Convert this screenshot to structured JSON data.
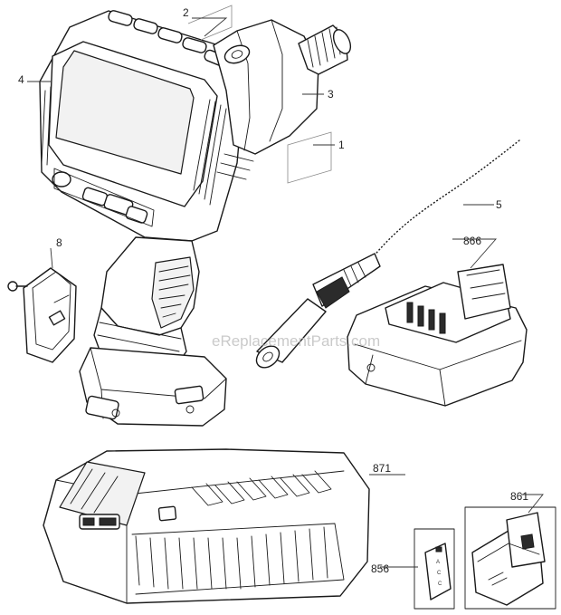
{
  "watermark": "eReplacementParts.com",
  "callouts": [
    {
      "id": "label-2",
      "text": "2"
    },
    {
      "id": "label-4",
      "text": "4"
    },
    {
      "id": "label-3",
      "text": "3"
    },
    {
      "id": "label-1",
      "text": "1"
    },
    {
      "id": "label-5",
      "text": "5"
    },
    {
      "id": "label-8",
      "text": "8"
    },
    {
      "id": "label-866",
      "text": "866"
    },
    {
      "id": "label-871",
      "text": "871"
    },
    {
      "id": "label-861",
      "text": "861"
    },
    {
      "id": "label-856",
      "text": "856"
    }
  ],
  "acc_label": [
    "A",
    "C",
    "C"
  ]
}
